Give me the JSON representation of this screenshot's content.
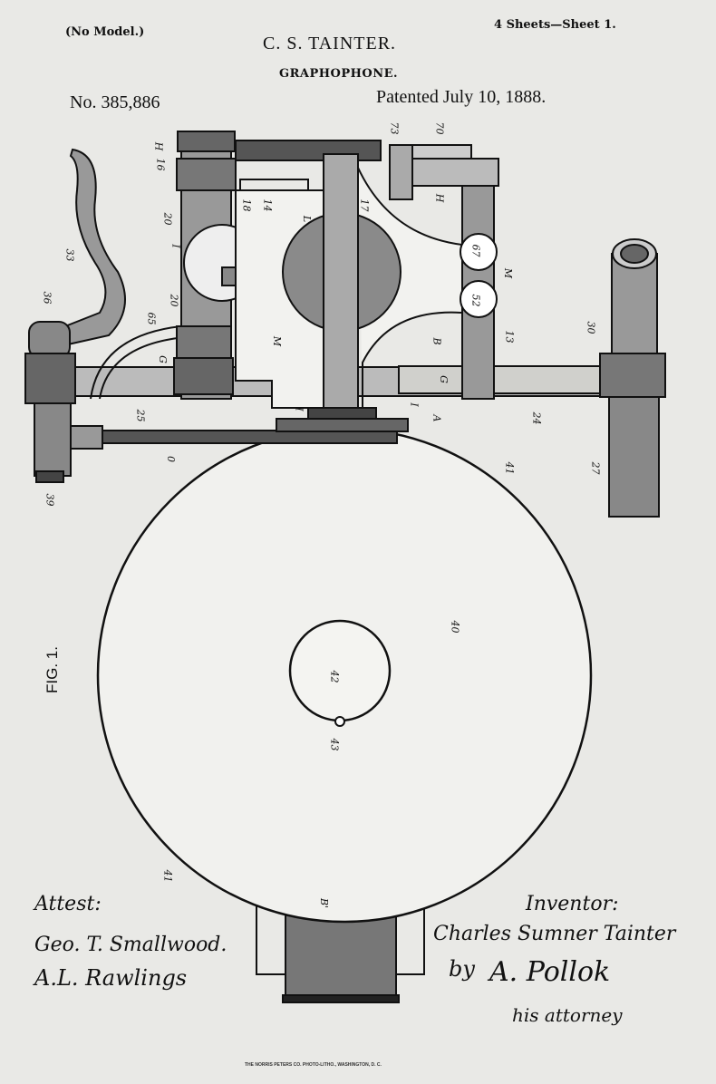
{
  "header": {
    "no_model": "(No Model.)",
    "sheets": "4 Sheets—Sheet 1.",
    "inventor": "C. S. TAINTER.",
    "title": "GRAPHOPHONE.",
    "patent_number": "No. 385,886",
    "patent_date": "Patented July 10, 1888."
  },
  "figure_label": "FIG. 1.",
  "reference_numerals": [
    "H",
    "16",
    "33",
    "20",
    "18",
    "14",
    "L",
    "17",
    "73",
    "70",
    "H",
    "67",
    "M",
    "36",
    "I",
    "52",
    "65",
    "20",
    "M",
    "B",
    "13",
    "30",
    "G",
    "G",
    "25",
    "I",
    "I",
    "A",
    "24",
    "0",
    "41",
    "27",
    "39",
    "40",
    "42",
    "43",
    "41",
    "B'"
  ],
  "signatures": {
    "attest_label": "Attest:",
    "witness_1": "Geo. T. Smallwood.",
    "witness_2": "A.L. Rawlings",
    "inventor_label": "Inventor:",
    "inventor_signature": "Charles Sumner Tainter",
    "by": "by",
    "attorney": "A. Pollok",
    "attorney_role": "his attorney"
  },
  "footer": "THE NORRIS PETERS CO. PHOTO-LITHO., WASHINGTON, D. C."
}
